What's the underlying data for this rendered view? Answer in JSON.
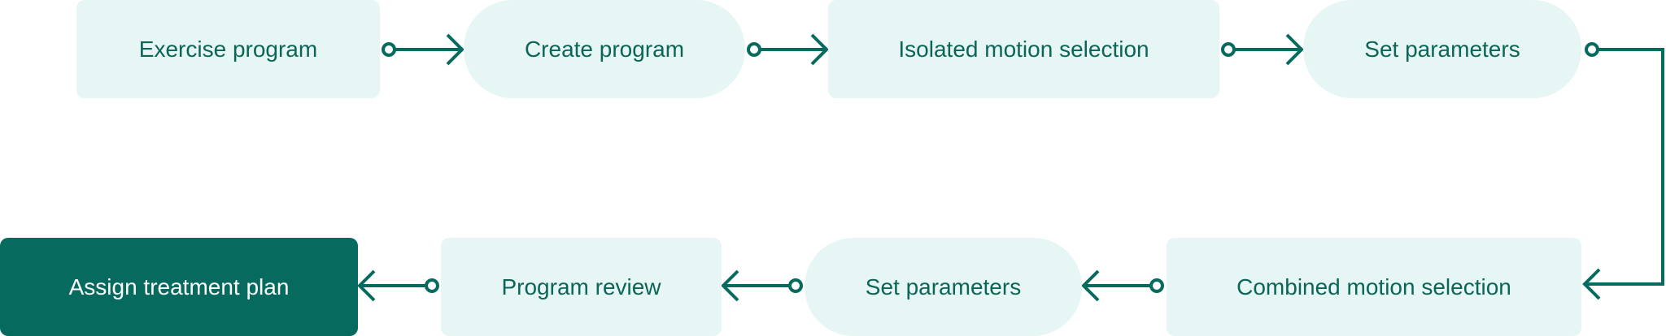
{
  "colors": {
    "accent": "#066b5e",
    "node_fill": "#e6f6f4",
    "node_text": "#0d6558",
    "final_text": "#ffffff"
  },
  "flow": {
    "steps": [
      {
        "id": "exercise-program",
        "label": "Exercise program",
        "shape": "rectangle"
      },
      {
        "id": "create-program",
        "label": "Create program",
        "shape": "pill"
      },
      {
        "id": "isolated-motion-selection",
        "label": "Isolated motion selection",
        "shape": "rectangle"
      },
      {
        "id": "set-parameters-1",
        "label": "Set parameters",
        "shape": "pill"
      },
      {
        "id": "combined-motion-selection",
        "label": "Combined motion selection",
        "shape": "rectangle"
      },
      {
        "id": "set-parameters-2",
        "label": "Set parameters",
        "shape": "pill"
      },
      {
        "id": "program-review",
        "label": "Program review",
        "shape": "rectangle"
      },
      {
        "id": "assign-treatment-plan",
        "label": "Assign treatment plan",
        "shape": "rectangle",
        "emphasis": "filled"
      }
    ],
    "connections": [
      {
        "from": "exercise-program",
        "to": "create-program"
      },
      {
        "from": "create-program",
        "to": "isolated-motion-selection"
      },
      {
        "from": "isolated-motion-selection",
        "to": "set-parameters-1"
      },
      {
        "from": "set-parameters-1",
        "to": "combined-motion-selection"
      },
      {
        "from": "combined-motion-selection",
        "to": "set-parameters-2"
      },
      {
        "from": "set-parameters-2",
        "to": "program-review"
      },
      {
        "from": "program-review",
        "to": "assign-treatment-plan"
      }
    ]
  }
}
